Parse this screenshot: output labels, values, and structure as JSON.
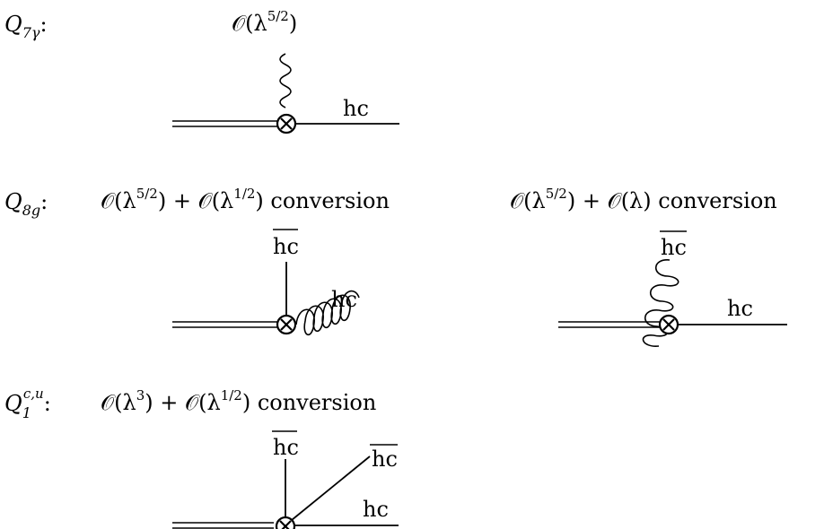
{
  "rows": [
    {
      "operator": {
        "base": "Q",
        "sub": "7γ",
        "sup": "",
        "colon": ":"
      },
      "diagrams": [
        {
          "order": {
            "prefix": "𝒪(λ",
            "power": "5/2",
            "suffix": ")"
          },
          "lines": {
            "hc": "hc"
          }
        }
      ]
    },
    {
      "operator": {
        "base": "Q",
        "sub": "8g",
        "sup": "",
        "colon": ":"
      },
      "diagrams": [
        {
          "order": {
            "prefix": "𝒪(λ",
            "power": "5/2",
            "mid": ") + 𝒪(λ",
            "power2": "1/2",
            "suffix": ") conversion"
          },
          "lines": {
            "hcbar": "hc",
            "hc": "hc"
          }
        },
        {
          "order": {
            "prefix": "𝒪(λ",
            "power": "5/2",
            "mid": ") + 𝒪(λ) conversion"
          },
          "lines": {
            "hcbar": "hc",
            "hc": "hc"
          }
        }
      ]
    },
    {
      "operator": {
        "base": "Q",
        "sub": "1",
        "sup": "c,u",
        "colon": ":"
      },
      "diagrams": [
        {
          "order": {
            "prefix": "𝒪(λ",
            "power": "3",
            "mid": ") + 𝒪(λ",
            "power2": "1/2",
            "suffix": ") conversion"
          },
          "lines": {
            "hcbar": "hc",
            "hcbar2": "hc",
            "hc": "hc"
          }
        }
      ]
    }
  ]
}
